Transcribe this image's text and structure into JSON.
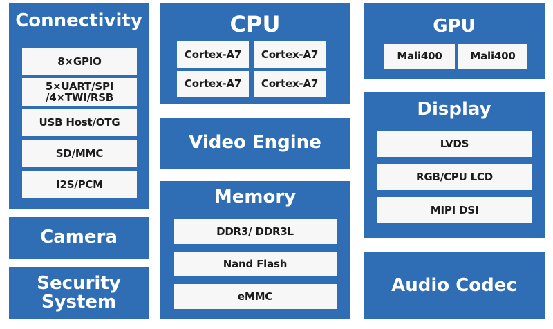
{
  "connectivity": {
    "title": "Connectivity",
    "items": [
      "8×GPIO",
      "5×UART/SPI\n/4×TWI/RSB",
      "USB Host/OTG",
      "SD/MMC",
      "I2S/PCM"
    ]
  },
  "camera": {
    "title": "Camera"
  },
  "security": {
    "title": "Security\nSystem"
  },
  "cpu": {
    "title": "CPU",
    "cores": [
      "Cortex-A7",
      "Cortex-A7",
      "Cortex-A7",
      "Cortex-A7"
    ]
  },
  "video": {
    "title": "Video Engine"
  },
  "memory": {
    "title": "Memory",
    "items": [
      "DDR3/ DDR3L",
      "Nand Flash",
      "eMMC"
    ]
  },
  "gpu": {
    "title": "GPU",
    "cores": [
      "Mali400",
      "Mali400"
    ]
  },
  "display": {
    "title": "Display",
    "items": [
      "LVDS",
      "RGB/CPU LCD",
      "MIPI DSI"
    ]
  },
  "audio": {
    "title": "Audio Codec"
  },
  "colors": {
    "block": "#2f6db5",
    "chip": "#f7f7f7",
    "text_dark": "#1c1c1c",
    "text_light": "#ffffff"
  }
}
